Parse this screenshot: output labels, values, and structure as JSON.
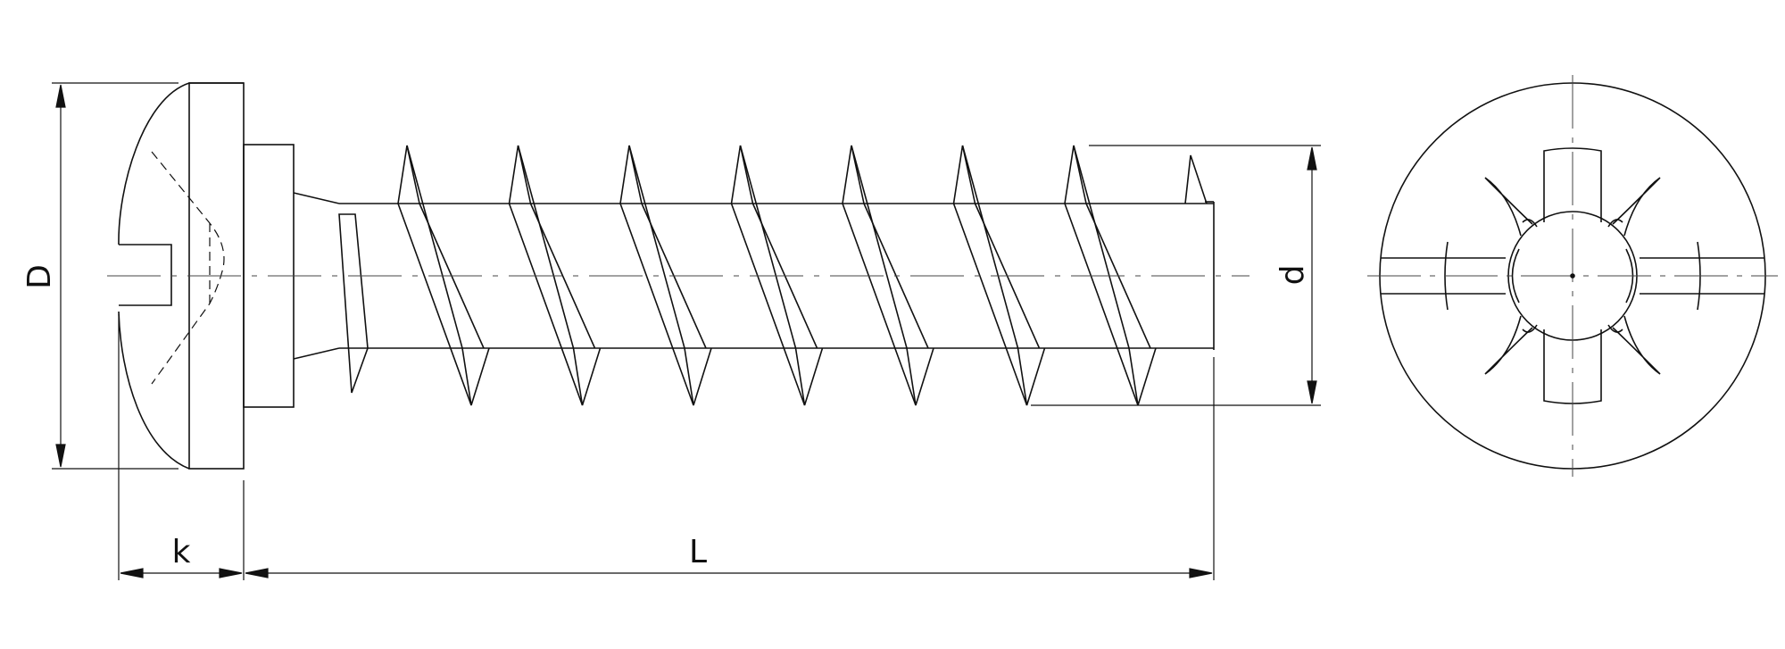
{
  "drawing": {
    "dimensions": {
      "head_diameter": "D",
      "head_height": "k",
      "length": "L",
      "thread_diameter": "d"
    }
  },
  "colors": {
    "line": "#111111",
    "centerline": "#444444",
    "background": "#ffffff"
  }
}
